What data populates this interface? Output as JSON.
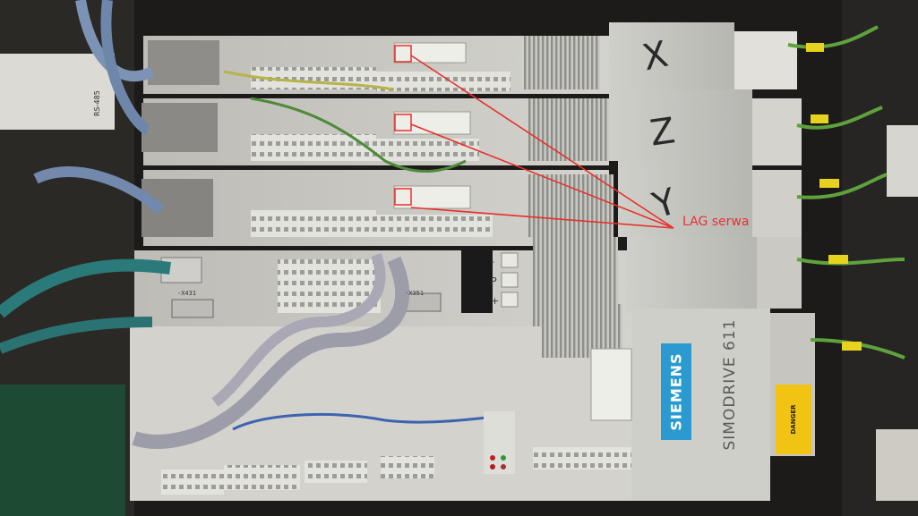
{
  "photo": {
    "brand_label": "SIEMENS",
    "product_label": "SIMODRIVE 611",
    "annotation": "LAG serwa",
    "axis_marks": [
      "X",
      "Z",
      "Y"
    ],
    "port_labels": [
      "-X431",
      "-X351"
    ],
    "keypad": [
      "-",
      "P",
      "+"
    ],
    "side_label": "RS-485",
    "warning_label": "DANGER",
    "colors": {
      "annotation": "#e8302c",
      "brand": "#2b9ad1",
      "warning": "#f1c414"
    }
  }
}
